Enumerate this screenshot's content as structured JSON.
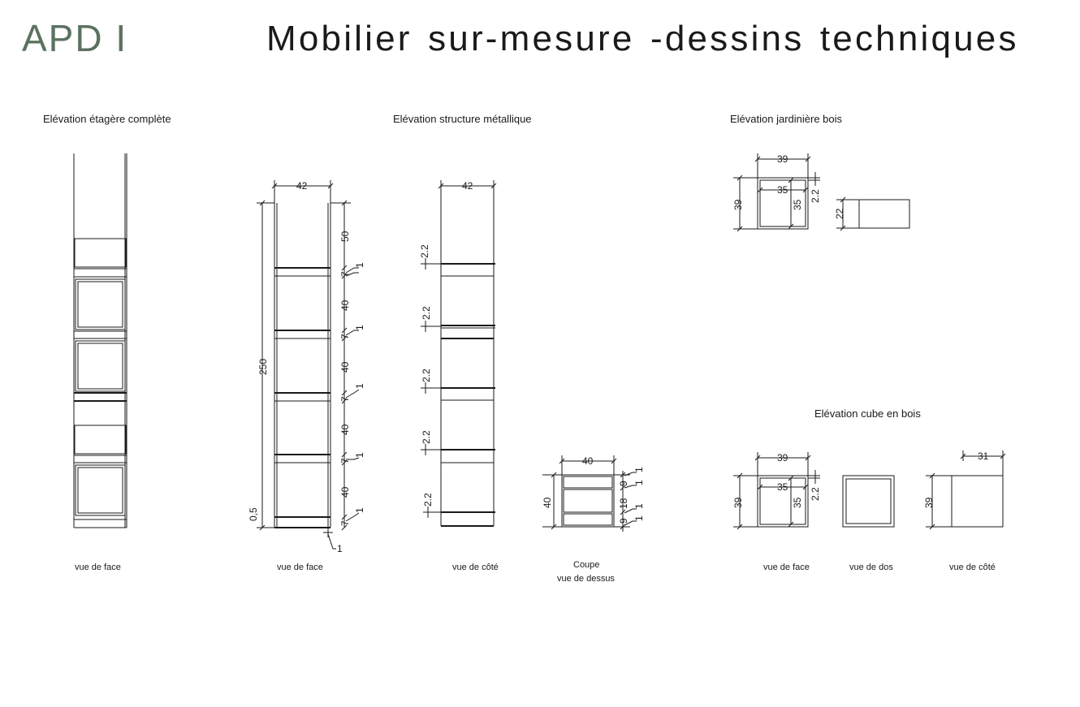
{
  "header": {
    "brand": "APD I",
    "title": "Mobilier sur-mesure -dessins techniques",
    "brand_color": "#5c7260"
  },
  "sections": {
    "etagere": "Elévation étagère complète",
    "structure": "Elévation structure métallique",
    "jardiniere": "Elévation jardinière bois",
    "cube": "Elévation cube en bois"
  },
  "views": {
    "face1": "vue de face",
    "face2": "vue de face",
    "cote1": "vue de côté",
    "coupe": "Coupe",
    "dessus": "vue de dessus",
    "face3": "vue de face",
    "dos": "vue de dos",
    "cote2": "vue de côté"
  },
  "dims": {
    "width42a": "42",
    "width42b": "42",
    "h250": "250",
    "h50": "50",
    "h40a": "40",
    "h40b": "40",
    "h40c": "40",
    "h40d": "40",
    "seven": "7",
    "one": "1",
    "half": "0,5",
    "d22": "2.2",
    "w40": "40",
    "h40": "40",
    "sec9": "9",
    "sec18": "18",
    "w39": "39",
    "h39": "39",
    "w35": "35",
    "h35": "35",
    "h22": "22",
    "w31": "31"
  }
}
